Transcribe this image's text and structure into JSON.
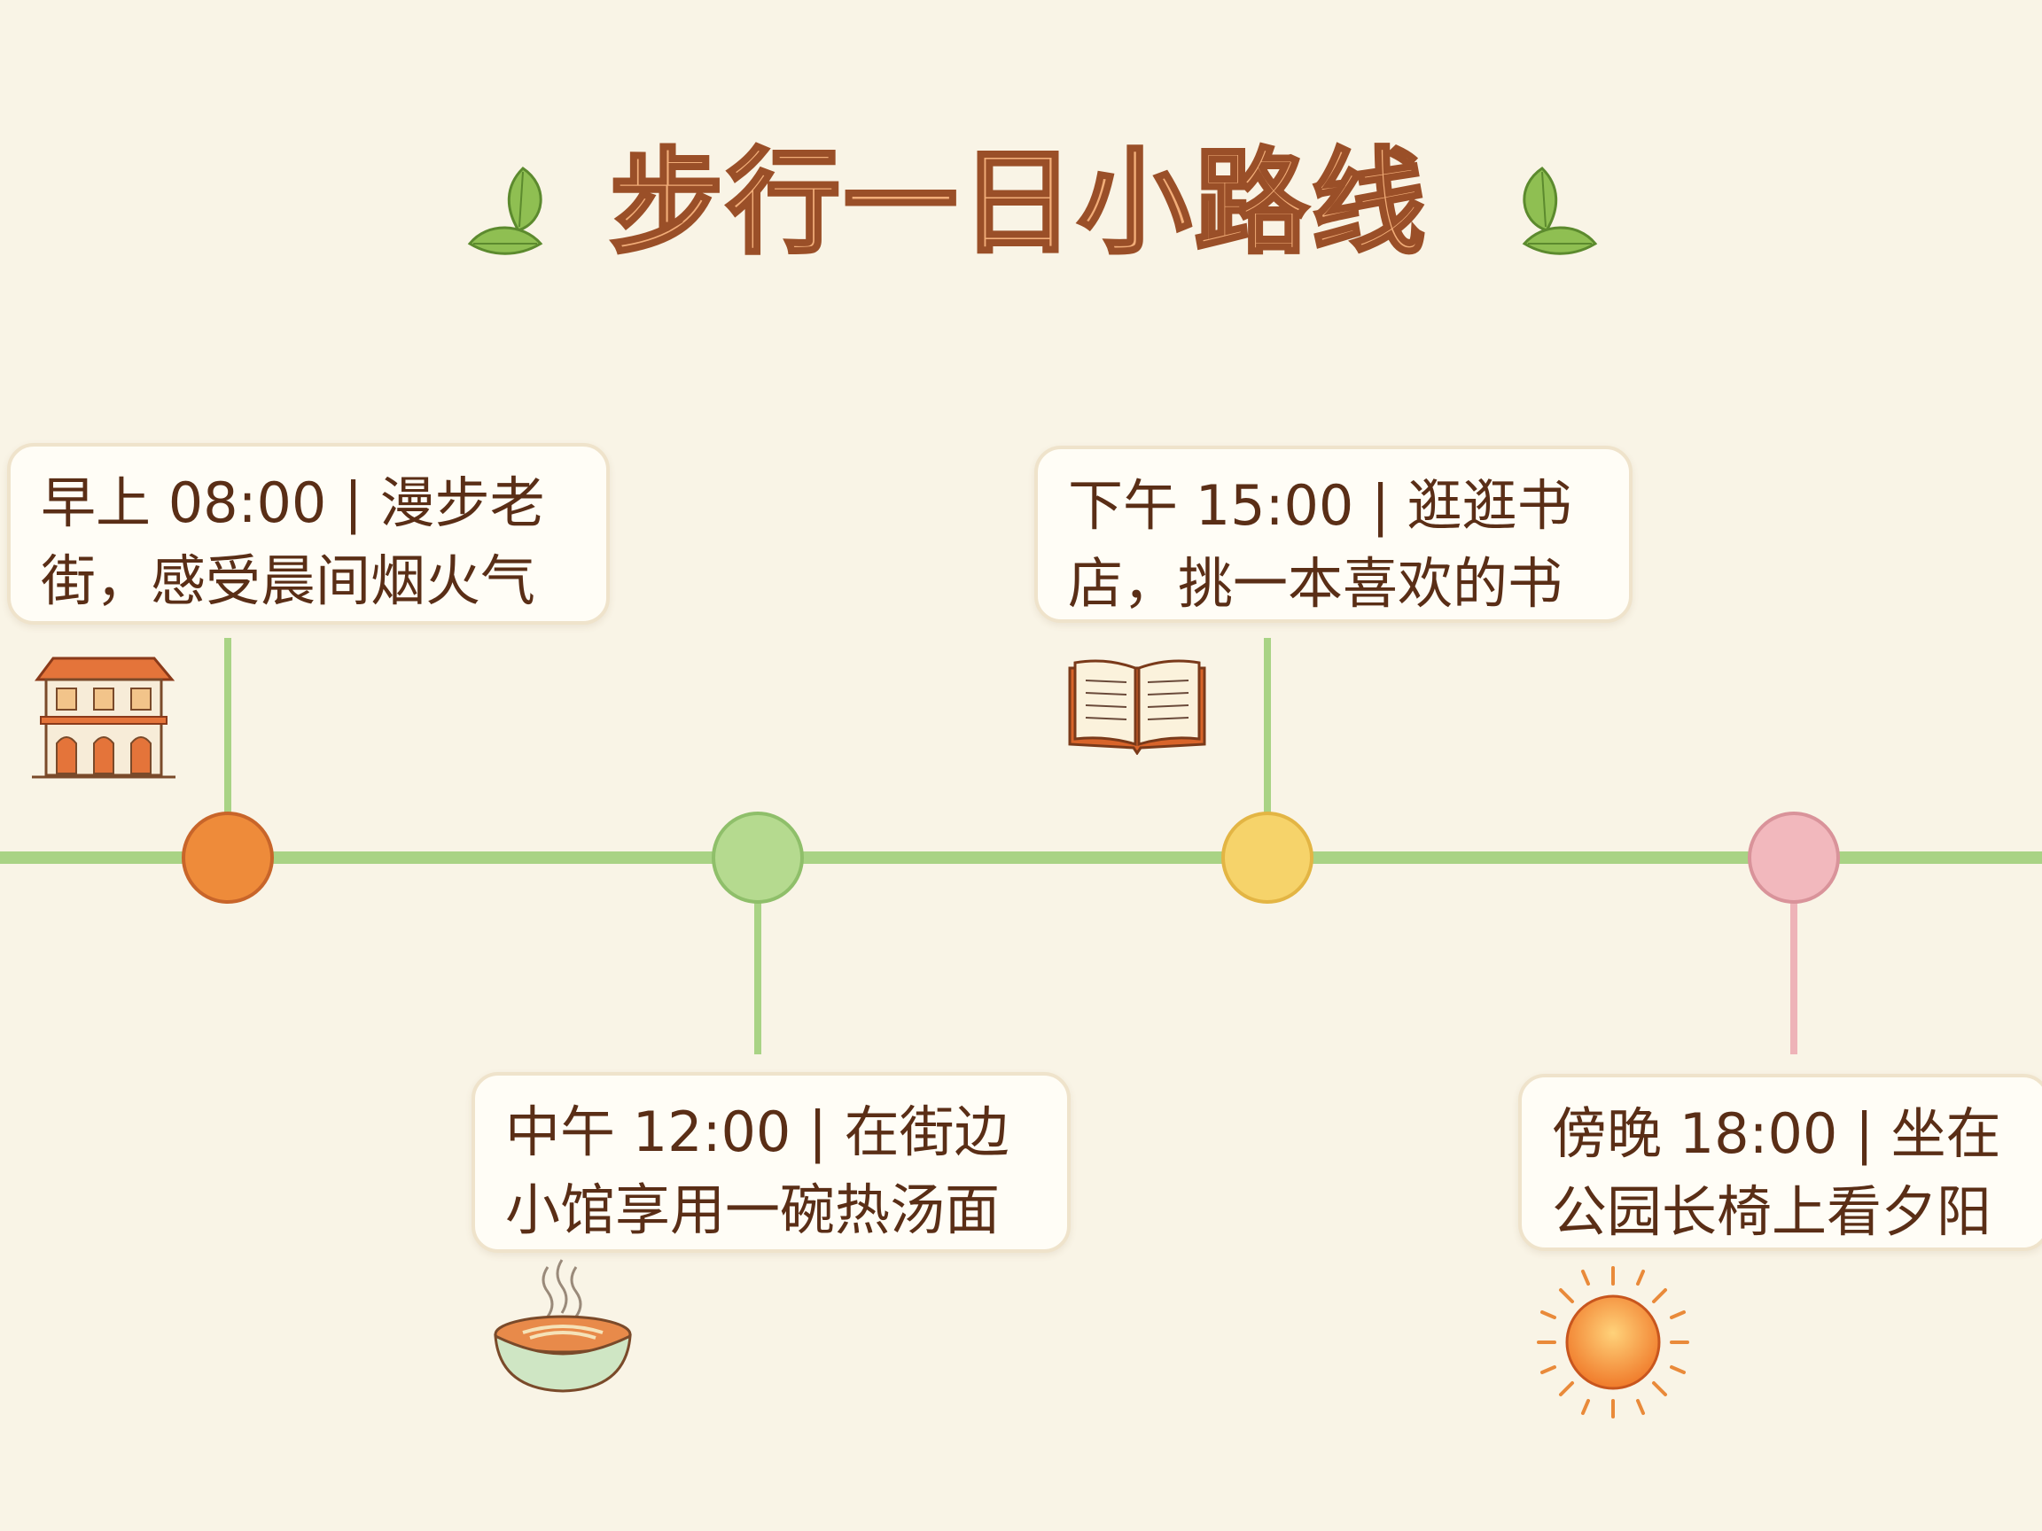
{
  "title": "步行一日小路线",
  "colors": {
    "background": "#f9f4e6",
    "title_fill": "#f2ad78",
    "title_outline": "#9a4f28",
    "timeline": "#a9d385",
    "leaf": "#8fbf52",
    "text": "#5a2e16"
  },
  "stops": [
    {
      "line1": "早上 08:00 | 漫步老",
      "line2": "街，感受晨间烟火气",
      "icon": "old-building-icon",
      "dot_color": "#ee8b3a"
    },
    {
      "line1": "中午 12:00 | 在街边",
      "line2": "小馆享用一碗热汤面",
      "icon": "noodle-bowl-icon",
      "dot_color": "#b5da8f"
    },
    {
      "line1": "下午 15:00 | 逛逛书",
      "line2": "店，挑一本喜欢的书",
      "icon": "open-book-icon",
      "dot_color": "#f6d36a"
    },
    {
      "line1": "傍晚 18:00 | 坐在",
      "line2": "公园长椅上看夕阳",
      "icon": "sun-icon",
      "dot_color": "#f2b8bd"
    }
  ]
}
